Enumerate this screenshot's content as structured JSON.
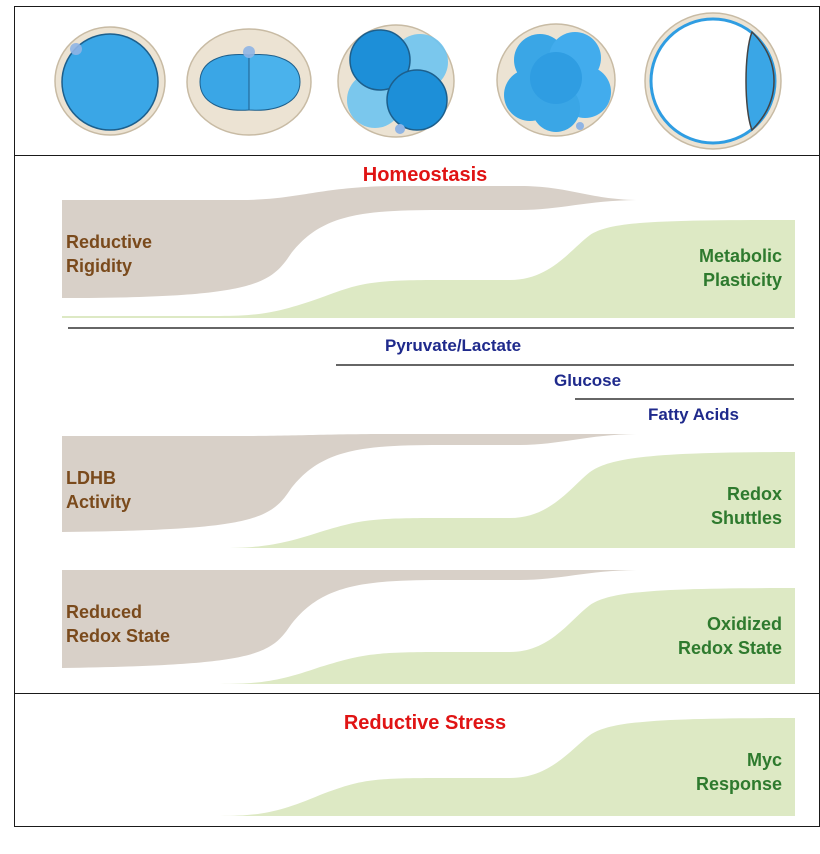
{
  "stages": [
    {
      "name": "zygote-icon"
    },
    {
      "name": "two-cell-embryo-icon"
    },
    {
      "name": "four-cell-embryo-icon"
    },
    {
      "name": "morula-icon"
    },
    {
      "name": "blastocyst-icon"
    }
  ],
  "colors": {
    "cell_blue": "#3aa6e6",
    "cell_blue_dark": "#1d8fd8",
    "zona": "#ece3d3",
    "brown_fill": "#d8d0c8",
    "green_fill": "#dde9c4",
    "brown_text": "#7a4a1c",
    "green_text": "#2e7a2e",
    "red_text": "#e01414",
    "navy_text": "#1f2a8c"
  },
  "homeostasis": {
    "title": "Homeostasis",
    "row1": {
      "left": [
        "Reductive",
        "Rigidity"
      ],
      "right": [
        "Metabolic",
        "Plasticity"
      ]
    },
    "substrates": [
      "Pyruvate/Lactate",
      "Glucose",
      "Fatty Acids"
    ],
    "row2": {
      "left": [
        "LDHB",
        "Activity"
      ],
      "right": [
        "Redox",
        "Shuttles"
      ]
    },
    "row3": {
      "left": [
        "Reduced",
        "Redox State"
      ],
      "right": [
        "Oxidized",
        "Redox State"
      ]
    }
  },
  "stress": {
    "title": "Reductive Stress",
    "right": [
      "Myc",
      "Response"
    ]
  }
}
